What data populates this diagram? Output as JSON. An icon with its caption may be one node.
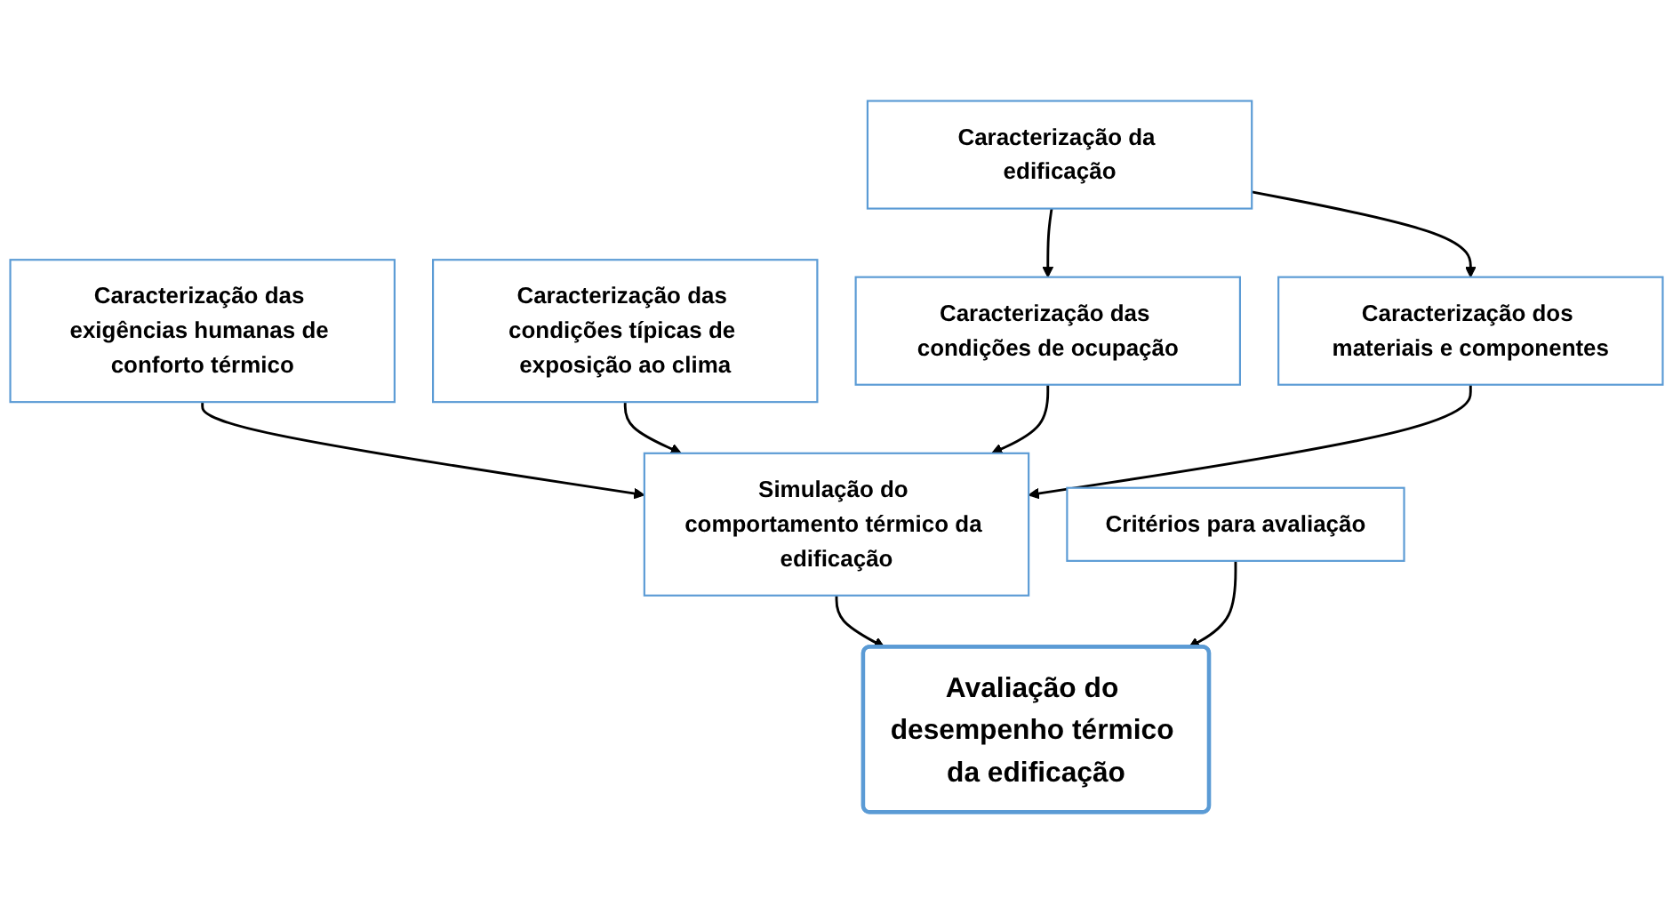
{
  "diagram": {
    "nodes": [
      {
        "text": [
          "Caracterização das exigências humanas de conforto térmico"
        ]
      },
      {
        "text": [
          "Caracterização das condições típicas de exposição ao clima"
        ]
      },
      {
        "text": [
          "Caracterização da edificação"
        ]
      },
      {
        "text": [
          "Caracterização das condições de ocupação"
        ]
      },
      {
        "text": [
          "Caracterização dos materiais e componentes"
        ]
      },
      {
        "text": [
          "Simulação do comportamento térmico da edificação"
        ]
      },
      {
        "text": [
          "Critérios para avaliação"
        ]
      },
      {
        "text": [
          "Avaliação do desempenho térmico da edificação"
        ]
      }
    ],
    "edges": [
      {
        "from": 0,
        "to": 5,
        "arrow": "to"
      },
      {
        "from": 1,
        "to": 5,
        "arrow": "to"
      },
      {
        "from": 2,
        "to": 3,
        "arrow": "to"
      },
      {
        "from": 2,
        "to": 4,
        "arrow": "to"
      },
      {
        "from": 3,
        "to": 5,
        "arrow": "to"
      },
      {
        "from": 4,
        "to": 5,
        "arrow": "to"
      },
      {
        "from": 5,
        "to": 7,
        "arrow": "to"
      },
      {
        "from": 6,
        "to": 7,
        "arrow": "to"
      }
    ]
  }
}
